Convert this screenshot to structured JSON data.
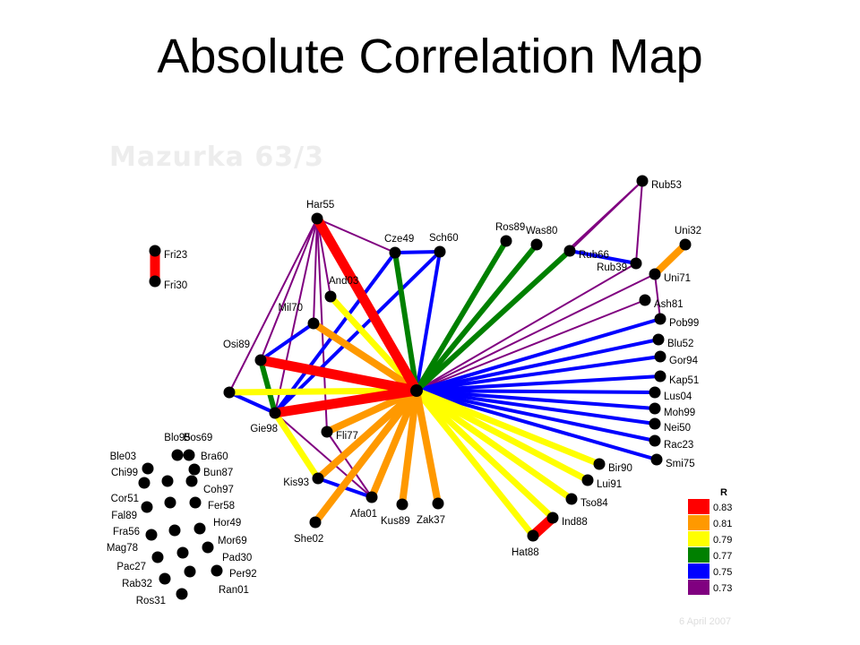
{
  "slide": {
    "title": "Absolute Correlation Map",
    "subtitle": "Mazurka 63/3",
    "date": "6 April 2007"
  },
  "colors": {
    "0.83": "#ff0000",
    "0.81": "#ff9900",
    "0.79": "#ffff00",
    "0.77": "#008000",
    "0.75": "#0000ff",
    "0.73": "#800080"
  },
  "legend": {
    "title": "R",
    "items": [
      "0.83",
      "0.81",
      "0.79",
      "0.77",
      "0.75",
      "0.73"
    ]
  },
  "nodes": [
    {
      "id": "Har55",
      "label": "Har55"
    },
    {
      "id": "Cze49",
      "label": "Cze49"
    },
    {
      "id": "Sch60",
      "label": "Sch60"
    },
    {
      "id": "Ros89",
      "label": "Ros89"
    },
    {
      "id": "Was80",
      "label": "Was80"
    },
    {
      "id": "Rub66",
      "label": "Rub66"
    },
    {
      "id": "Rub53",
      "label": "Rub53"
    },
    {
      "id": "Rub39",
      "label": "Rub39"
    },
    {
      "id": "Uni32",
      "label": "Uni32"
    },
    {
      "id": "Uni71",
      "label": "Uni71"
    },
    {
      "id": "Ash81",
      "label": "Ash81"
    },
    {
      "id": "Pob99",
      "label": "Pob99"
    },
    {
      "id": "Blu52",
      "label": "Blu52"
    },
    {
      "id": "Gor94",
      "label": "Gor94"
    },
    {
      "id": "Kap51",
      "label": "Kap51"
    },
    {
      "id": "Lus04",
      "label": "Lus04"
    },
    {
      "id": "Moh99",
      "label": "Moh99"
    },
    {
      "id": "Nei50",
      "label": "Nei50"
    },
    {
      "id": "Rac23",
      "label": "Rac23"
    },
    {
      "id": "Smi75",
      "label": "Smi75"
    },
    {
      "id": "Bir90",
      "label": "Bir90"
    },
    {
      "id": "Lui91",
      "label": "Lui91"
    },
    {
      "id": "Tso84",
      "label": "Tso84"
    },
    {
      "id": "Ind88",
      "label": "Ind88"
    },
    {
      "id": "Hat88",
      "label": "Hat88"
    },
    {
      "id": "Zak37",
      "label": "Zak37"
    },
    {
      "id": "Kus89",
      "label": "Kus89"
    },
    {
      "id": "Afa01",
      "label": "Afa01"
    },
    {
      "id": "She02",
      "label": "She02"
    },
    {
      "id": "Kis93",
      "label": "Kis93"
    },
    {
      "id": "Fli77",
      "label": "Fli77"
    },
    {
      "id": "Gie98",
      "label": "Gie98"
    },
    {
      "id": "Osi89",
      "label": "Osi89"
    },
    {
      "id": "Mil70",
      "label": "Mil70"
    },
    {
      "id": "And03",
      "label": "And03"
    },
    {
      "id": "Fri23",
      "label": "Fri23"
    },
    {
      "id": "Fri30",
      "label": "Fri30"
    },
    {
      "id": "Blo95",
      "label": "Blo95"
    },
    {
      "id": "Bos69",
      "label": "Bos69"
    },
    {
      "id": "Ble03",
      "label": "Ble03"
    },
    {
      "id": "Bra60",
      "label": "Bra60"
    },
    {
      "id": "Chi99",
      "label": "Chi99"
    },
    {
      "id": "Bun87",
      "label": "Bun87"
    },
    {
      "id": "Coh97",
      "label": "Coh97"
    },
    {
      "id": "Cor51",
      "label": "Cor51"
    },
    {
      "id": "Fer58",
      "label": "Fer58"
    },
    {
      "id": "Fal89",
      "label": "Fal89"
    },
    {
      "id": "Hor49",
      "label": "Hor49"
    },
    {
      "id": "Fra56",
      "label": "Fra56"
    },
    {
      "id": "Mor69",
      "label": "Mor69"
    },
    {
      "id": "Mag78",
      "label": "Mag78"
    },
    {
      "id": "Pad30",
      "label": "Pad30"
    },
    {
      "id": "Pac27",
      "label": "Pac27"
    },
    {
      "id": "Per92",
      "label": "Per92"
    },
    {
      "id": "Rab32",
      "label": "Rab32"
    },
    {
      "id": "Ran01",
      "label": "Ran01"
    },
    {
      "id": "Ros31",
      "label": "Ros31"
    },
    {
      "id": "Center",
      "label": ""
    },
    {
      "id": "Left",
      "label": ""
    }
  ],
  "edges": [
    {
      "from": "Center",
      "to": "Har55",
      "r": "0.83"
    },
    {
      "from": "Center",
      "to": "Osi89",
      "r": "0.83"
    },
    {
      "from": "Center",
      "to": "Gie98",
      "r": "0.83"
    },
    {
      "from": "Fri23",
      "to": "Fri30",
      "r": "0.83"
    },
    {
      "from": "Ind88",
      "to": "Hat88",
      "r": "0.83"
    },
    {
      "from": "Center",
      "to": "Mil70",
      "r": "0.81"
    },
    {
      "from": "Center",
      "to": "Fli77",
      "r": "0.81"
    },
    {
      "from": "Center",
      "to": "Kis93",
      "r": "0.81"
    },
    {
      "from": "Center",
      "to": "She02",
      "r": "0.81"
    },
    {
      "from": "Center",
      "to": "Afa01",
      "r": "0.81"
    },
    {
      "from": "Center",
      "to": "Kus89",
      "r": "0.81"
    },
    {
      "from": "Center",
      "to": "Zak37",
      "r": "0.81"
    },
    {
      "from": "Uni32",
      "to": "Uni71",
      "r": "0.81"
    },
    {
      "from": "Center",
      "to": "And03",
      "r": "0.79"
    },
    {
      "from": "Center",
      "to": "Left",
      "r": "0.79"
    },
    {
      "from": "Center",
      "to": "Bir90",
      "r": "0.79"
    },
    {
      "from": "Center",
      "to": "Lui91",
      "r": "0.79"
    },
    {
      "from": "Center",
      "to": "Tso84",
      "r": "0.79"
    },
    {
      "from": "Center",
      "to": "Ind88",
      "r": "0.79"
    },
    {
      "from": "Center",
      "to": "Hat88",
      "r": "0.79"
    },
    {
      "from": "Gie98",
      "to": "Kis93",
      "r": "0.79"
    },
    {
      "from": "Center",
      "to": "Cze49",
      "r": "0.77"
    },
    {
      "from": "Center",
      "to": "Ros89",
      "r": "0.77"
    },
    {
      "from": "Center",
      "to": "Was80",
      "r": "0.77"
    },
    {
      "from": "Center",
      "to": "Rub66",
      "r": "0.77"
    },
    {
      "from": "Osi89",
      "to": "Gie98",
      "r": "0.77"
    },
    {
      "from": "Center",
      "to": "Pob99",
      "r": "0.75"
    },
    {
      "from": "Center",
      "to": "Blu52",
      "r": "0.75"
    },
    {
      "from": "Center",
      "to": "Gor94",
      "r": "0.75"
    },
    {
      "from": "Center",
      "to": "Kap51",
      "r": "0.75"
    },
    {
      "from": "Center",
      "to": "Lus04",
      "r": "0.75"
    },
    {
      "from": "Center",
      "to": "Moh99",
      "r": "0.75"
    },
    {
      "from": "Center",
      "to": "Nei50",
      "r": "0.75"
    },
    {
      "from": "Center",
      "to": "Rac23",
      "r": "0.75"
    },
    {
      "from": "Center",
      "to": "Smi75",
      "r": "0.75"
    },
    {
      "from": "Center",
      "to": "Sch60",
      "r": "0.75"
    },
    {
      "from": "Cze49",
      "to": "Sch60",
      "r": "0.75"
    },
    {
      "from": "Rub66",
      "to": "Rub39",
      "r": "0.75"
    },
    {
      "from": "Osi89",
      "to": "Mil70",
      "r": "0.75"
    },
    {
      "from": "Gie98",
      "to": "Cze49",
      "r": "0.75"
    },
    {
      "from": "Gie98",
      "to": "Sch60",
      "r": "0.75"
    },
    {
      "from": "Kis93",
      "to": "Afa01",
      "r": "0.75"
    },
    {
      "from": "Gie98",
      "to": "Left",
      "r": "0.75"
    },
    {
      "from": "Har55",
      "to": "Cze49",
      "r": "0.73"
    },
    {
      "from": "Har55",
      "to": "Osi89",
      "r": "0.73"
    },
    {
      "from": "Har55",
      "to": "Left",
      "r": "0.73"
    },
    {
      "from": "Har55",
      "to": "Gie98",
      "r": "0.73"
    },
    {
      "from": "Har55",
      "to": "Mil70",
      "r": "0.73"
    },
    {
      "from": "Har55",
      "to": "And03",
      "r": "0.73"
    },
    {
      "from": "Har55",
      "to": "Fli77",
      "r": "0.73"
    },
    {
      "from": "Rub53",
      "to": "Rub66",
      "r": "0.73"
    },
    {
      "from": "Rub53",
      "to": "Rub39",
      "r": "0.73"
    },
    {
      "from": "Center",
      "to": "Uni71",
      "r": "0.73"
    },
    {
      "from": "Center",
      "to": "Ash81",
      "r": "0.73"
    },
    {
      "from": "Center",
      "to": "Rub39",
      "r": "0.73"
    },
    {
      "from": "Rub53",
      "to": "Center",
      "r": "0.73"
    },
    {
      "from": "Uni71",
      "to": "Pob99",
      "r": "0.73"
    },
    {
      "from": "Gie98",
      "to": "Afa01",
      "r": "0.73"
    },
    {
      "from": "Fli77",
      "to": "Afa01",
      "r": "0.73"
    }
  ]
}
